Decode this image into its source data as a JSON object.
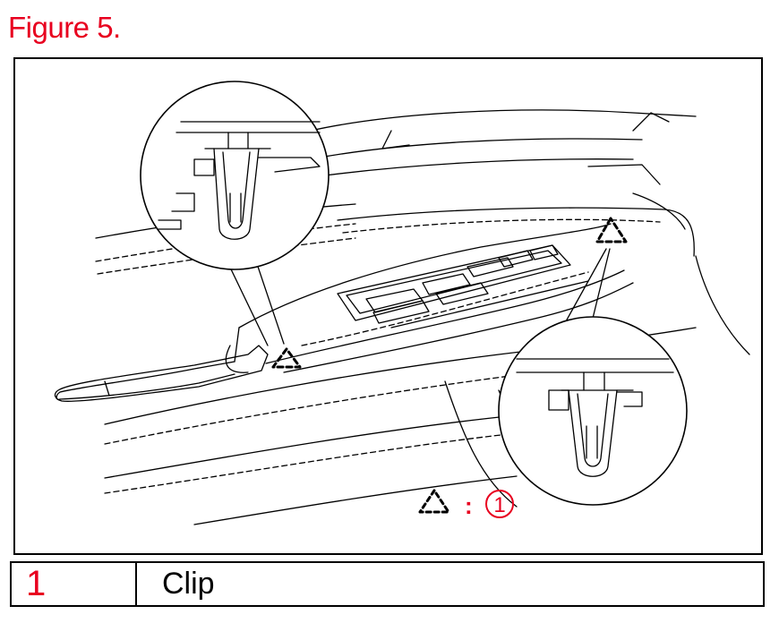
{
  "figure_title": "Figure 5.",
  "accent_color": "#e8001f",
  "illustration": {
    "key_number": "1",
    "key_separator": ":"
  },
  "legend": {
    "rows": [
      {
        "number": "1",
        "description": "Clip"
      }
    ]
  }
}
